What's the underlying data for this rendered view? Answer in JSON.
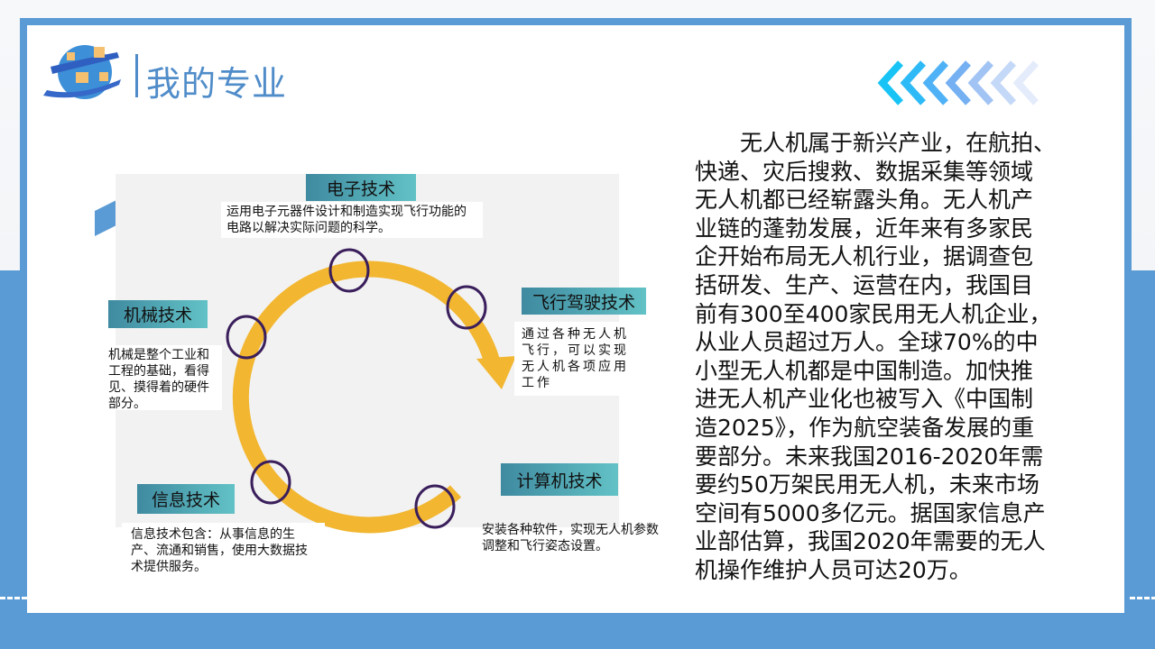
{
  "header": {
    "title": "我的专业"
  },
  "colors": {
    "accent": "#5b9bd5",
    "arc": "#f2b630",
    "ring": "#3a1f5c",
    "tab": "#4fa8b5"
  },
  "paragraph": {
    "lines": [
      "　　无人机属于新兴产业，在航拍、",
      "快递、灾后搜救、数据采集等领域",
      "无人机都已经崭露头角。无人机产",
      "业链的蓬勃发展，近年来有多家民",
      "企开始布局无人机行业，据调查包",
      "括研发、生产、运营在内，我国目",
      "前有300至400家民用无人机企业，",
      "从业人员超过万人。全球70%的中",
      "小型无人机都是中国制造。加快推",
      "进无人机产业化也被写入《中国制",
      "造2025》，作为航空装备发展的重",
      "要部分。未来我国2016-2020年需",
      "要约50万架民用无人机，未来市场",
      "空间有5000多亿元。据国家信息产",
      "业部估算，我国2020年需要的无人",
      "机操作维护人员可达20万。"
    ]
  },
  "diagram": {
    "electronics": {
      "title": "电子技术",
      "desc": "运用电子元器件设计和制造实现飞行功能的电路以解决实际问题的科学。"
    },
    "flight": {
      "title": "飞行驾驶技术",
      "desc": "通过各种无人机飞行，可以实现无人机各项应用工作"
    },
    "mechanical": {
      "title": "机械技术",
      "desc": "机械是整个工业和工程的基础，看得见、摸得着的硬件部分。"
    },
    "information": {
      "title": "信息技术",
      "desc": "信息技术包含：从事信息的生产、流通和销售，使用大数据技术提供服务。"
    },
    "computer": {
      "title": "计算机技术",
      "desc": "安装各种软件，实现无人机参数调整和飞行姿态设置。"
    }
  }
}
